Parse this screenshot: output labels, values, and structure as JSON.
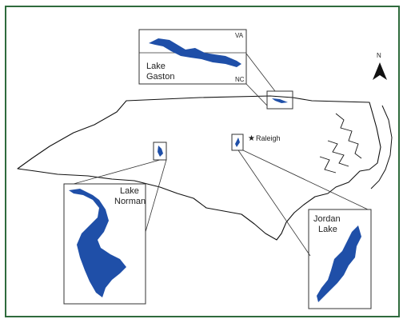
{
  "map": {
    "frame_color": "#2f6b3d",
    "state_outline_color": "#111111",
    "lake_color": "#1f4fa8",
    "north_arrow": {
      "icon": "north-arrow-icon",
      "label": "N"
    },
    "insets": {
      "gaston": {
        "label_line1": "Lake",
        "label_line2": "Gaston",
        "state_top": "VA",
        "state_bottom": "NC"
      },
      "norman": {
        "label_line1": "Lake",
        "label_line2": "Norman"
      },
      "jordan": {
        "label_line1": "Jordan",
        "label_line2": "Lake"
      }
    },
    "raleigh": {
      "icon": "star-icon",
      "symbol": "★",
      "label": "Raleigh"
    }
  }
}
